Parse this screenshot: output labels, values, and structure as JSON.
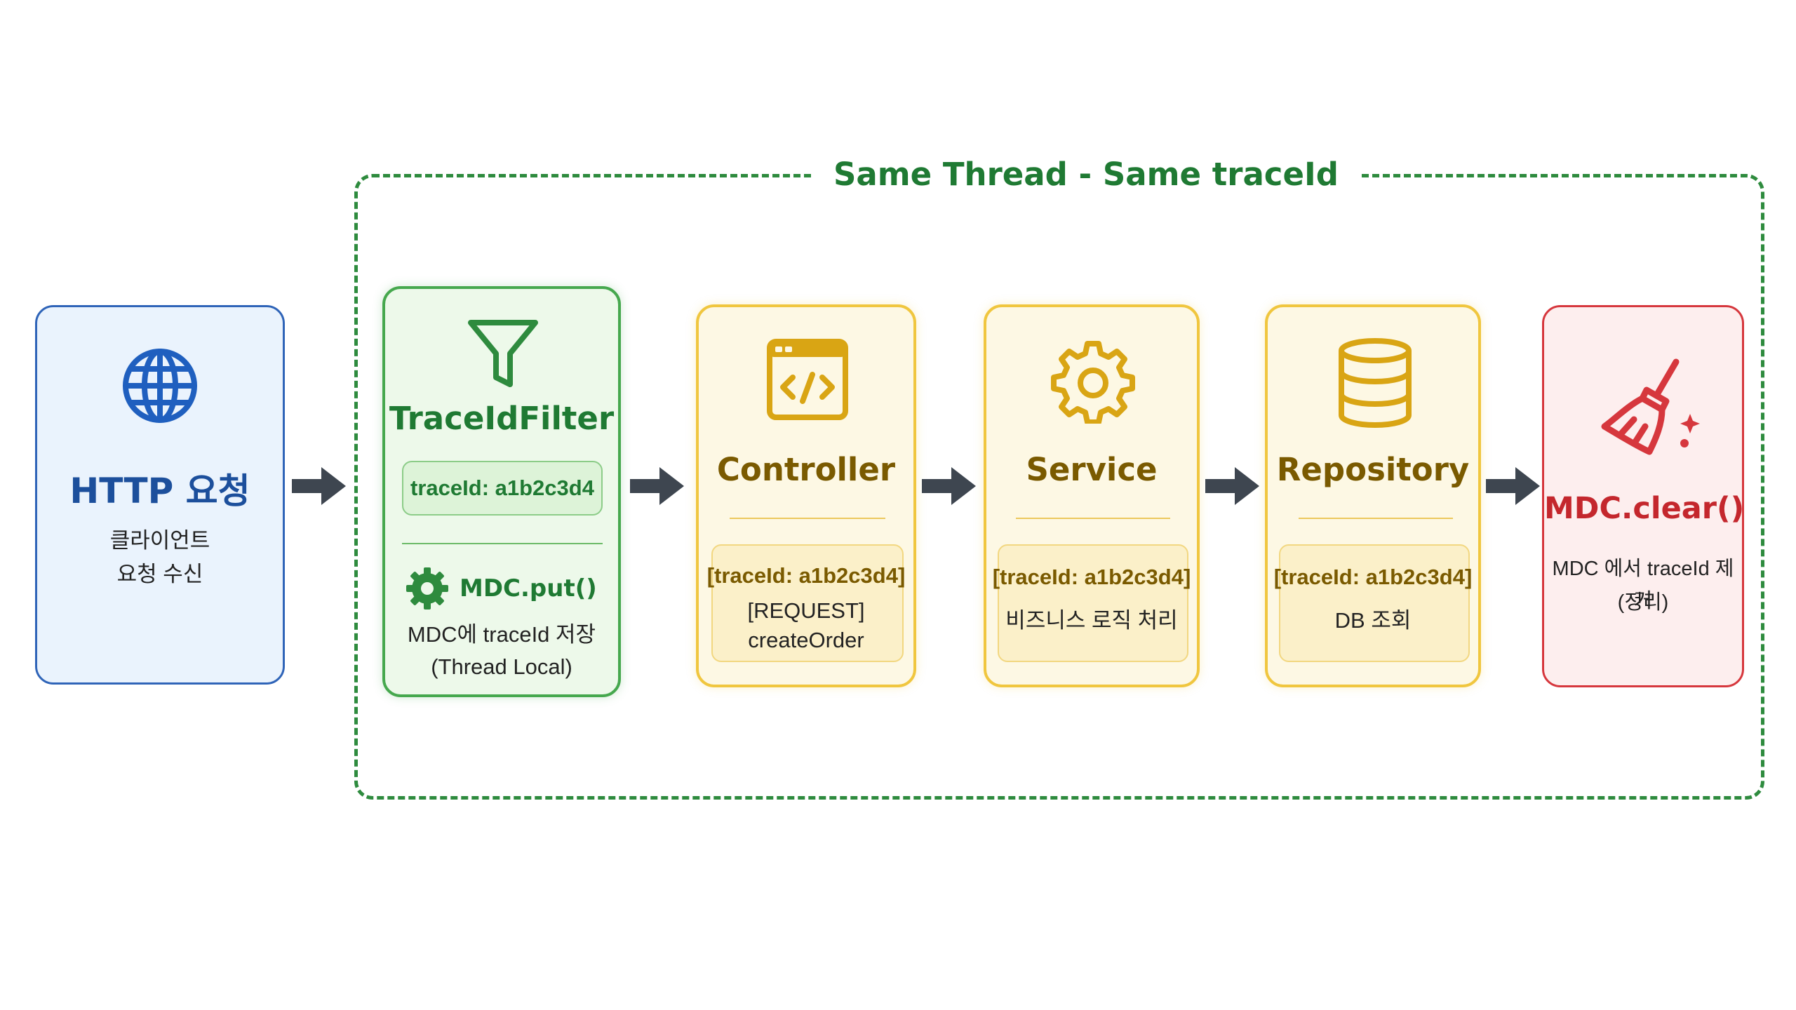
{
  "thread_region": {
    "title": "Same Thread - Same traceId"
  },
  "steps": {
    "http": {
      "icon": "globe-icon",
      "title": "HTTP 요청",
      "line1": "클라이언트",
      "line2": "요청 수신",
      "color": "#1c4f9c"
    },
    "filter": {
      "icon": "funnel-icon",
      "title": "TraceIdFilter",
      "trace": "traceId: a1b2c3d4",
      "action_icon": "gear-icon",
      "action": "MDC.put()",
      "line1": "MDC에 traceId 저장",
      "line2": "(Thread Local)",
      "color": "#1f7a33"
    },
    "controller": {
      "icon": "code-window-icon",
      "title": "Controller",
      "trace": "[traceId: a1b2c3d4]",
      "line1": "[REQUEST]",
      "line2": "createOrder",
      "color": "#7a5a00"
    },
    "service": {
      "icon": "gear-icon",
      "title": "Service",
      "trace": "[traceId: a1b2c3d4]",
      "line1": "비즈니스 로직 처리",
      "color": "#7a5a00"
    },
    "repository": {
      "icon": "database-icon",
      "title": "Repository",
      "trace": "[traceId: a1b2c3d4]",
      "line1": "DB 조회",
      "color": "#7a5a00"
    },
    "clear": {
      "icon": "broom-icon",
      "title": "MDC.clear()",
      "line1": "MDC 에서 traceId 제거",
      "line2": "(정리)",
      "color": "#c4272d"
    }
  },
  "colors": {
    "arrow": "#3e4650",
    "green": "#2e8b3e",
    "yellow": "#d9a514",
    "blue": "#1f5fbf",
    "red": "#d6373d"
  }
}
